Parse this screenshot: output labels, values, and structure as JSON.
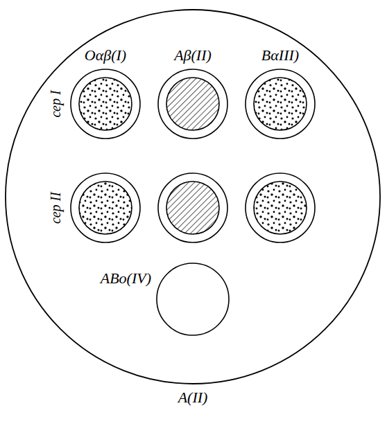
{
  "diagram": {
    "nodes": [
      {
        "text": [
          "A(II)"
        ]
      },
      {
        "text": [
          "Oαβ(I)"
        ],
        "in": 0
      },
      {
        "text": [
          "Aβ(II)"
        ],
        "in": 0
      },
      {
        "text": [
          "BαIII)"
        ],
        "in": 0
      },
      {
        "text": [
          "ABo(IV)"
        ],
        "in": 0
      }
    ],
    "labels": [
      "сер I",
      "сер II"
    ]
  }
}
